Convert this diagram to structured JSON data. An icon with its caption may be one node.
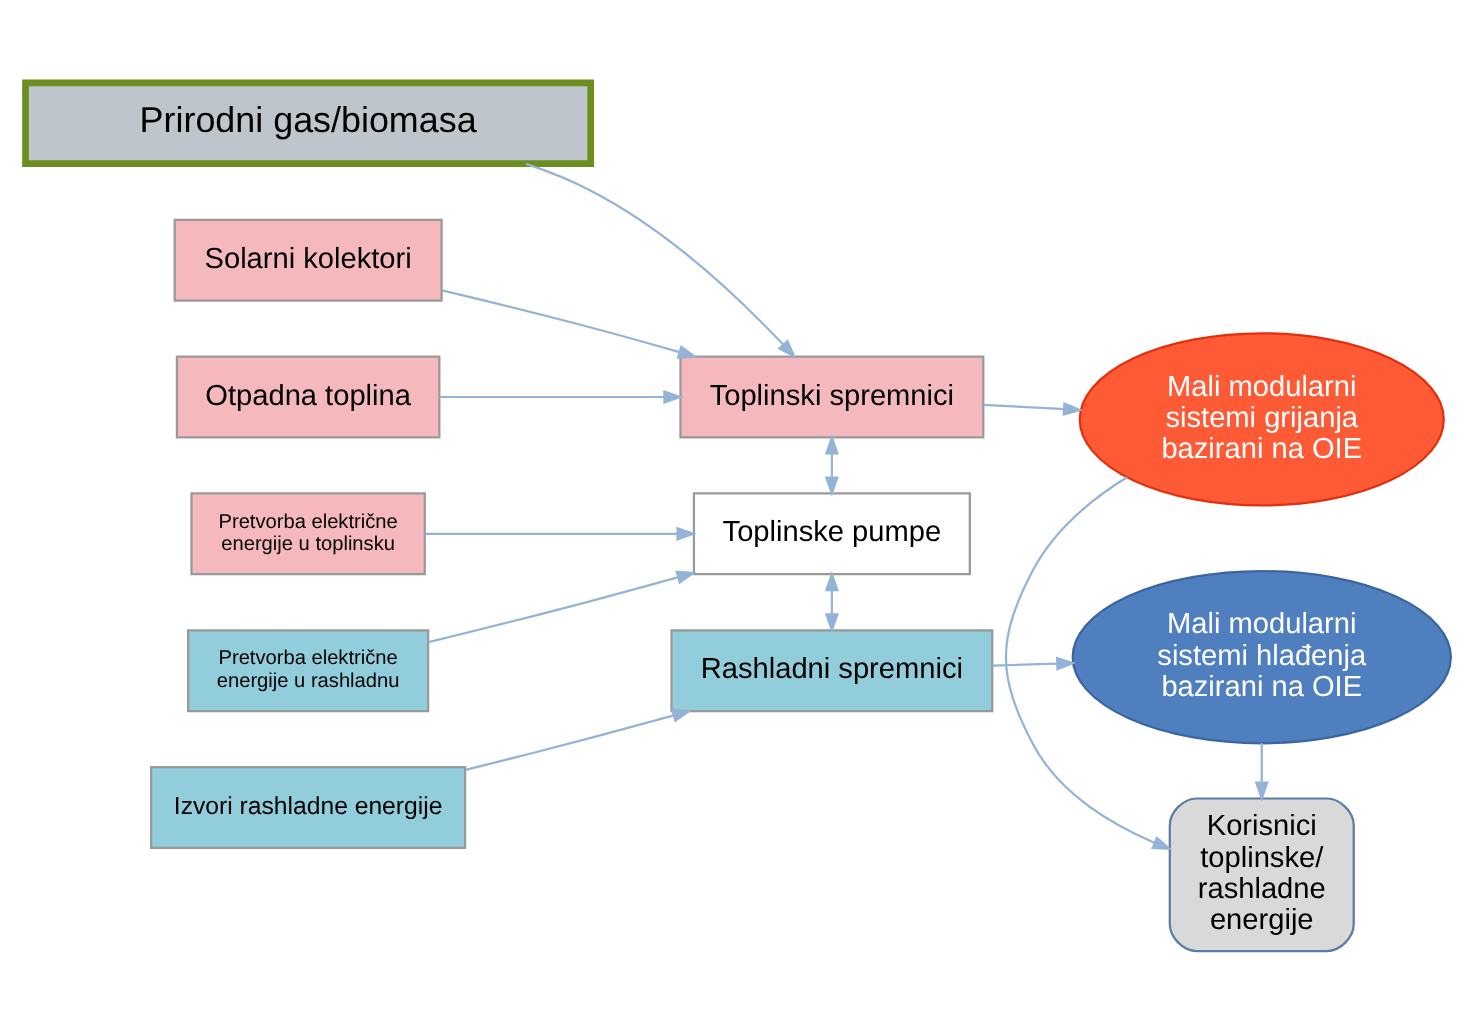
{
  "diagram": {
    "nodes": [
      {
        "text": [
          "Prirodni gas/biomasa"
        ]
      },
      {
        "text": [
          "Solarni kolektori"
        ]
      },
      {
        "text": [
          "Otpadna toplina"
        ]
      },
      {
        "text": [
          "Toplinski spremnici"
        ]
      },
      {
        "text": [
          "Mali modularni sistemi grijanja bazirani na OIE"
        ]
      },
      {
        "text": [
          "Pretvorba električne energije u toplinsku"
        ]
      },
      {
        "text": [
          "Pretvorba električne energije u rashladnu"
        ]
      },
      {
        "text": [
          "Toplinske pumpe"
        ]
      },
      {
        "text": [
          "Korisnici toplinske/ rashladne energije"
        ]
      },
      {
        "text": [
          "Izvori rashladne energije"
        ]
      },
      {
        "text": [
          "Rashladni spremnici"
        ]
      },
      {
        "text": [
          "Mali modularni sistemi hlađenja bazirani na OIE"
        ]
      }
    ],
    "edges": [
      {
        "from": 0,
        "to": 3,
        "arrow": "to"
      },
      {
        "from": 1,
        "to": 3,
        "arrow": "to"
      },
      {
        "from": 2,
        "to": 3,
        "arrow": "to"
      },
      {
        "from": 3,
        "to": 4,
        "arrow": "to"
      },
      {
        "from": 3,
        "to": 7,
        "arrow": "both"
      },
      {
        "from": 5,
        "to": 7,
        "arrow": "to"
      },
      {
        "from": 6,
        "to": 7,
        "arrow": "to"
      },
      {
        "from": 7,
        "to": 10,
        "arrow": "both"
      },
      {
        "from": 9,
        "to": 10,
        "arrow": "to"
      },
      {
        "from": 10,
        "to": 11,
        "arrow": "to"
      },
      {
        "from": 4,
        "to": 8,
        "arrow": "to"
      },
      {
        "from": 11,
        "to": 8,
        "arrow": "to"
      }
    ]
  }
}
